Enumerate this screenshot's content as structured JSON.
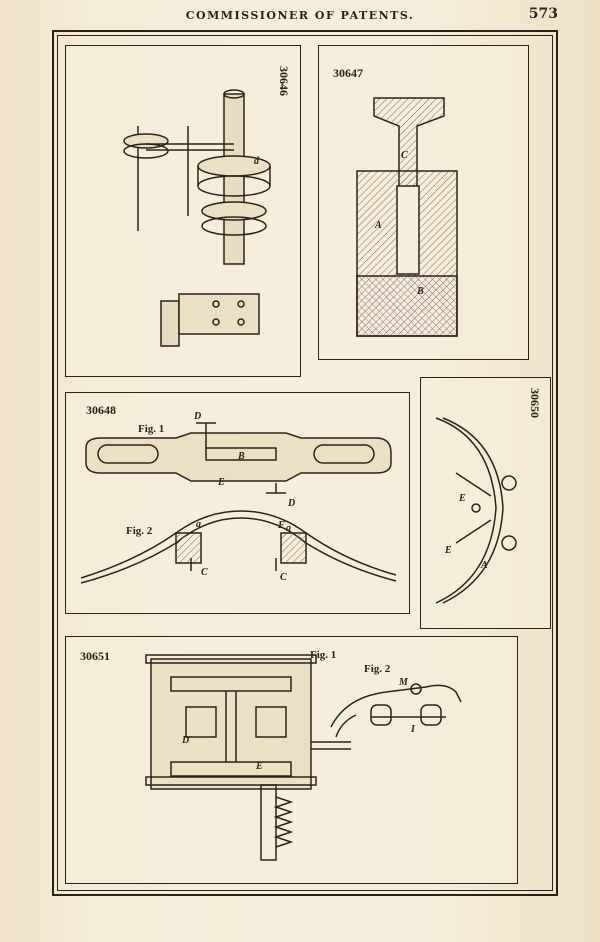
{
  "header": {
    "title": "COMMISSIONER OF PATENTS.",
    "page_number": "573"
  },
  "panels": {
    "p30646": {
      "number": "30646",
      "labels": [
        "d"
      ]
    },
    "p30647": {
      "number": "30647",
      "labels": [
        "C",
        "A",
        "B"
      ]
    },
    "p30648": {
      "number": "30648",
      "fig1": "Fig. 1",
      "fig2": "Fig. 2",
      "labels": [
        "D",
        "B",
        "E",
        "D",
        "a",
        "F",
        "a",
        "C",
        "C"
      ]
    },
    "p30650": {
      "number": "30650",
      "labels": [
        "E",
        "E",
        "A"
      ]
    },
    "p30651": {
      "number": "30651",
      "fig1": "Fig. 1",
      "fig2": "Fig. 2",
      "labels": [
        "D",
        "E",
        "M",
        "I"
      ]
    }
  }
}
